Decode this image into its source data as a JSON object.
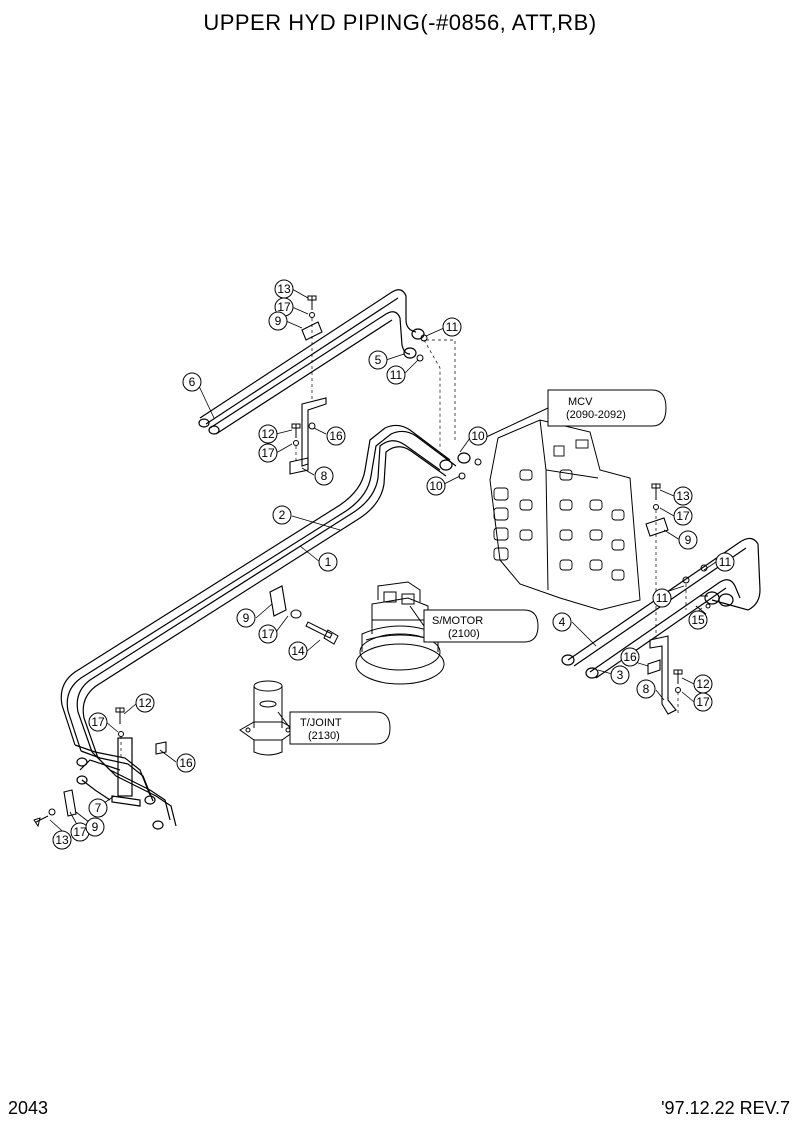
{
  "header": {
    "title": "UPPER HYD PIPING(-#0856, ATT,RB)"
  },
  "footer": {
    "page_number": "2043",
    "revision": "'97.12.22 REV.7"
  },
  "references": [
    {
      "line1": "MCV",
      "line2": "(2090-2092)"
    },
    {
      "line1": "S/MOTOR",
      "line2": "(2100)"
    },
    {
      "line1": "T/JOINT",
      "line2": "(2130)"
    }
  ],
  "callouts": [
    "13",
    "17",
    "9",
    "11",
    "5",
    "11",
    "6",
    "12",
    "16",
    "17",
    "8",
    "10",
    "10",
    "2",
    "1",
    "9",
    "17",
    "14",
    "12",
    "17",
    "16",
    "7",
    "13",
    "17",
    "9",
    "13",
    "17",
    "9",
    "11",
    "11",
    "15",
    "4",
    "16",
    "3",
    "12",
    "17",
    "8"
  ]
}
